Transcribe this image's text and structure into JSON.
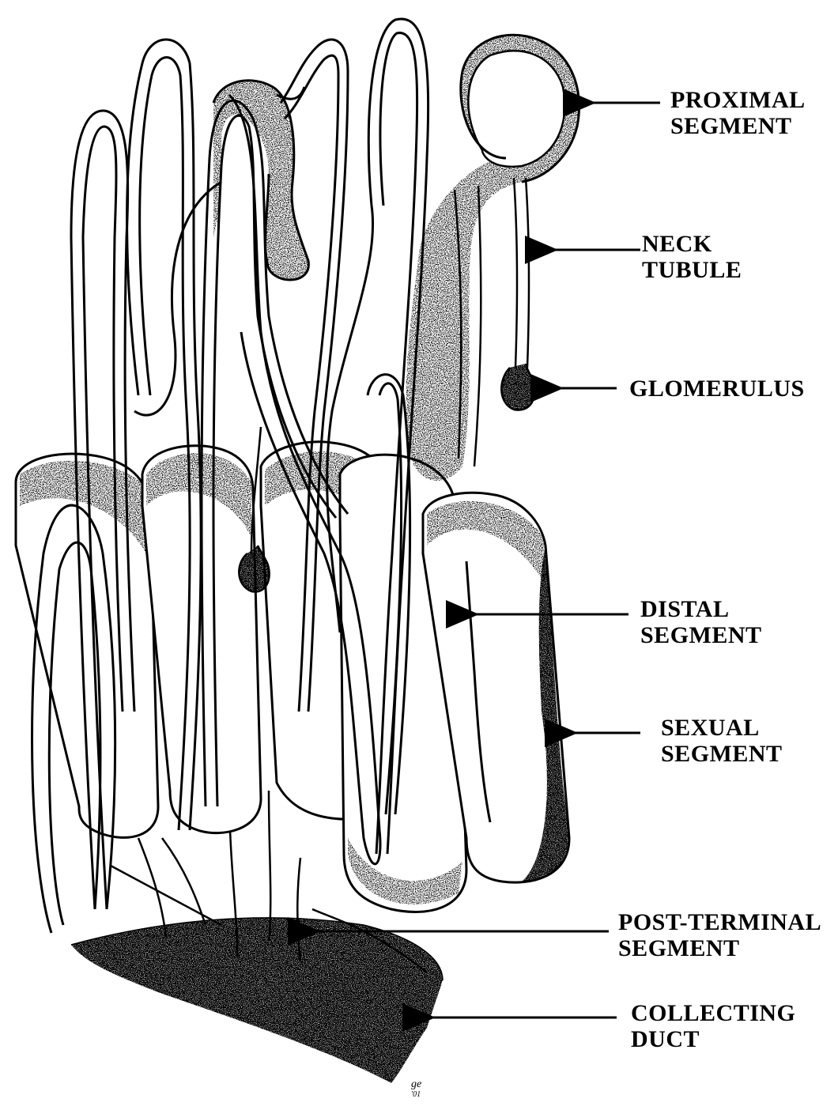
{
  "labels": {
    "proximal": {
      "line1": "PROXIMAL",
      "line2": "SEGMENT"
    },
    "neck": {
      "line1": "NECK",
      "line2": "TUBULE"
    },
    "glomerulus": {
      "line1": "GLOMERULUS"
    },
    "distal": {
      "line1": "DISTAL",
      "line2": "SEGMENT"
    },
    "sexual": {
      "line1": "SEXUAL",
      "line2": "SEGMENT"
    },
    "post_terminal": {
      "line1": "POST-TERMINAL",
      "line2": "SEGMENT"
    },
    "collecting": {
      "line1": "COLLECTING",
      "line2": "DUCT"
    }
  },
  "signature": {
    "initials": "ge",
    "year": "'01"
  },
  "colors": {
    "ink": "#000000",
    "paper": "#ffffff",
    "stipple": "#1a1a1a"
  }
}
